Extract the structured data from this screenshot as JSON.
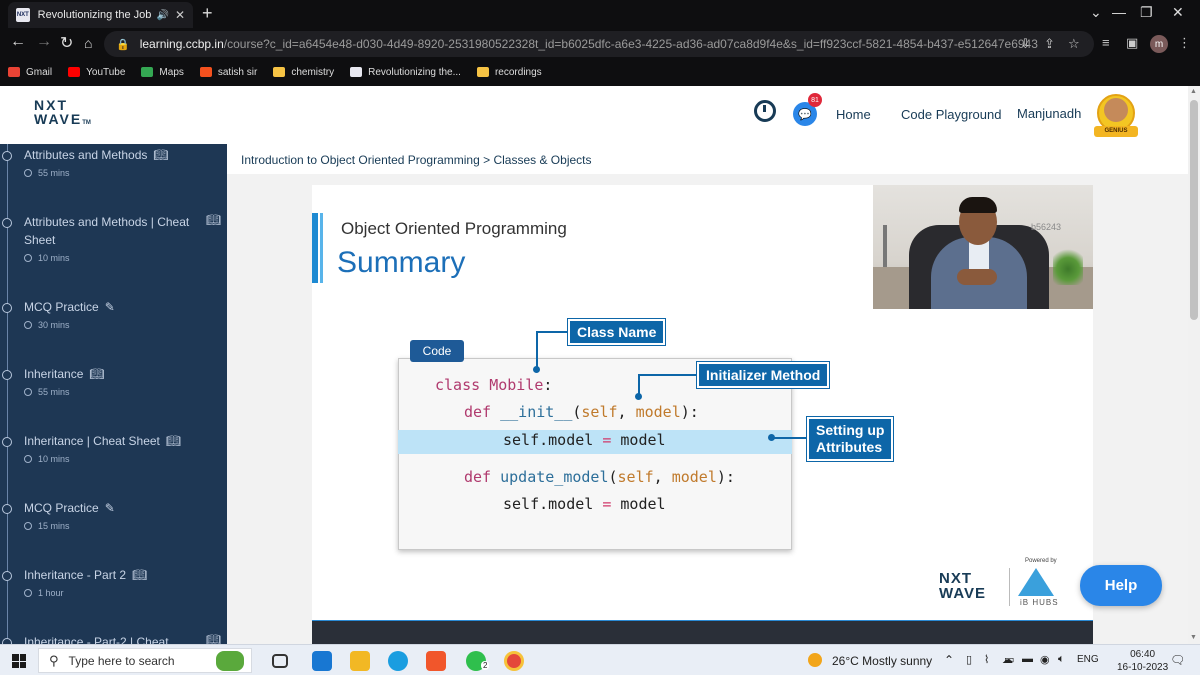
{
  "browser": {
    "tab_title": "Revolutionizing the Job Ma",
    "favicon_text": "NXT",
    "url_domain": "learning.ccbp.in",
    "url_rest": "/course?c_id=a6454e48-d030-4d49-8920-2531980522328t_id=b6025dfc-a6e3-4225-ad36-ad07ca8d9f4e&s_id=ff923ccf-5821-4854-b437-e512647e6943",
    "profile_initial": "m",
    "bookmarks": [
      {
        "label": "Gmail",
        "color": "#ea4335"
      },
      {
        "label": "YouTube",
        "color": "#ff0000"
      },
      {
        "label": "Maps",
        "color": "#34a853"
      },
      {
        "label": "satish sir",
        "color": "#f4511e"
      },
      {
        "label": "chemistry",
        "color": "#f6c344"
      },
      {
        "label": "Revolutionizing the...",
        "color": "#e8e8f0"
      },
      {
        "label": "recordings",
        "color": "#f6c344"
      }
    ]
  },
  "header": {
    "logo_line1": "NXT",
    "logo_line2": "WAVE",
    "logo_tm": "TM",
    "chat_badge": "81",
    "nav_home": "Home",
    "nav_playground": "Code Playground",
    "user_name": "Manjunadh",
    "badge": "GENIUS"
  },
  "sidebar": {
    "items": [
      {
        "title": "Attributes and Methods",
        "icon": "book",
        "duration": "55 mins"
      },
      {
        "title": "Attributes and Methods | Cheat Sheet",
        "icon": "book",
        "duration": "10 mins"
      },
      {
        "title": "MCQ Practice",
        "icon": "pencil",
        "duration": "30 mins"
      },
      {
        "title": "Inheritance",
        "icon": "book",
        "duration": "55 mins"
      },
      {
        "title": "Inheritance | Cheat Sheet",
        "icon": "book",
        "duration": "10 mins"
      },
      {
        "title": "MCQ Practice",
        "icon": "pencil",
        "duration": "15 mins"
      },
      {
        "title": "Inheritance - Part 2",
        "icon": "book",
        "duration": "1 hour"
      },
      {
        "title": "Inheritance - Part-2 | Cheat",
        "icon": "book",
        "duration": ""
      }
    ]
  },
  "main": {
    "breadcrumb": "Introduction to Object Oriented Programming > Classes & Objects",
    "slide": {
      "subtitle": "Object Oriented Programming",
      "title": "Summary",
      "code_tab": "Code",
      "callout_class_name": "Class Name",
      "callout_initializer": "Initializer Method",
      "callout_setting_1": "Setting up",
      "callout_setting_2": "Attributes",
      "powered_by": "Powered by",
      "footer_logo_1": "NXT",
      "footer_logo_2": "WAVE",
      "ib_hubs": "iB HUBS"
    },
    "code": {
      "l1_kw": "class",
      "l1_name": "Mobile",
      "l1_end": ":",
      "l2_kw": "def",
      "l2_fn": "__init__",
      "l2_open": "(",
      "l2_self": "self",
      "l2_comma": ", ",
      "l2_param": "model",
      "l2_close": "):",
      "l3_lhs": "self.model",
      "l3_op": "=",
      "l3_rhs": "model",
      "l4_kw": "def",
      "l4_fn": "update_model",
      "l4_open": "(",
      "l4_self": "self",
      "l4_comma": ", ",
      "l4_param": "model",
      "l4_close": "):",
      "l5_lhs": "self.model",
      "l5_op": "=",
      "l5_rhs": "model"
    },
    "video_watermark": "b56243",
    "help_button": "Help"
  },
  "taskbar": {
    "search_placeholder": "Type here to search",
    "whatsapp_count": "2",
    "weather": "26°C  Mostly sunny",
    "language": "ENG",
    "time": "06:40",
    "date": "16-10-2023"
  },
  "colors": {
    "sidebar_bg": "#1e3754",
    "brand_dark": "#183b56",
    "brand_blue": "#2a86e8",
    "callout_blue": "#0d66a8",
    "highlight": "#bde3f7"
  }
}
